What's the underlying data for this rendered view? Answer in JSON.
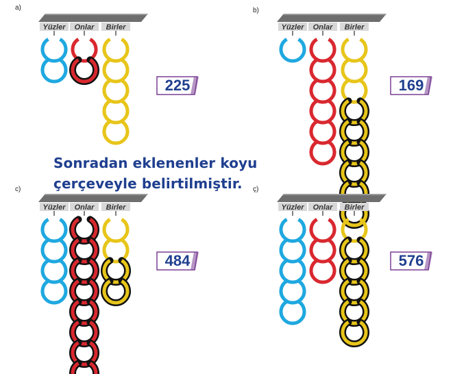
{
  "caption": {
    "line1": "Sonradan eklenenler koyu",
    "line2": "çerçeveyle belirtilmiştir."
  },
  "colors": {
    "yuzler": "#1fa8e0",
    "onlar": "#d9282f",
    "birler": "#e7c51a",
    "abacus_bar": "#6e6e6e",
    "number_text": "#1f3f8f",
    "number_box_accent": "#7a3f93"
  },
  "panels": [
    {
      "id": "a",
      "label": "a)",
      "columns": [
        "Yüzler",
        "Onlar",
        "Birler"
      ],
      "number": "225",
      "rings": {
        "yuzler": {
          "initial": 2,
          "added": 0
        },
        "onlar": {
          "initial": 1,
          "added": 1
        },
        "birler": {
          "initial": 5,
          "added": 0
        }
      }
    },
    {
      "id": "b",
      "label": "b)",
      "columns": [
        "Yüzler",
        "Onlar",
        "Birler"
      ],
      "number": "169",
      "rings": {
        "yuzler": {
          "initial": 1,
          "added": 0
        },
        "onlar": {
          "initial": 6,
          "added": 0
        },
        "birler": {
          "initial": 3,
          "added": 6
        }
      }
    },
    {
      "id": "c",
      "label": "c)",
      "columns": [
        "Yüzler",
        "Onlar",
        "Birler"
      ],
      "number": "484",
      "rings": {
        "yuzler": {
          "initial": 4,
          "added": 0
        },
        "onlar": {
          "initial": 0,
          "added": 8
        },
        "birler": {
          "initial": 2,
          "added": 2
        }
      }
    },
    {
      "id": "ç",
      "label": "ç)",
      "columns": [
        "Yüzler",
        "Onlar",
        "Birler"
      ],
      "number": "576",
      "rings": {
        "yuzler": {
          "initial": 5,
          "added": 0
        },
        "onlar": {
          "initial": 3,
          "added": 0
        },
        "birler": {
          "initial": 1,
          "added": 5
        }
      }
    }
  ]
}
